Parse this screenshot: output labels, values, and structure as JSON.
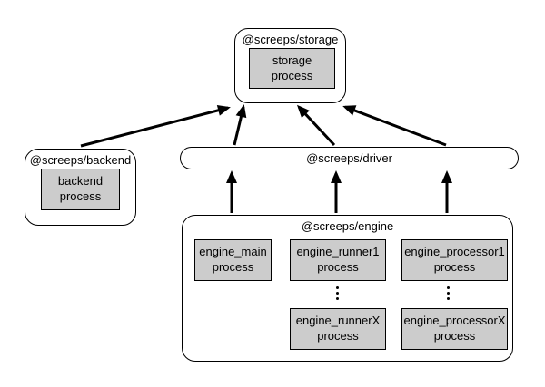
{
  "colors": {
    "background": "#ffffff",
    "node_fill": "#ffffff",
    "process_fill": "#cccccc",
    "stroke": "#000000"
  },
  "nodes": {
    "storage": {
      "title": "@screeps/storage",
      "process": "storage\nprocess"
    },
    "backend": {
      "title": "@screeps/backend",
      "process": "backend\nprocess"
    },
    "driver": {
      "title": "@screeps/driver"
    },
    "engine": {
      "title": "@screeps/engine",
      "main_process": "engine_main\nprocess",
      "runner1_process": "engine_runner1\nprocess",
      "runnerX_process": "engine_runnerX\nprocess",
      "processor1_process": "engine_processor1\nprocess",
      "processorX_process": "engine_processorX\nprocess"
    }
  },
  "edges": [
    {
      "from": "backend",
      "to": "storage"
    },
    {
      "from": "driver",
      "to": "storage"
    },
    {
      "from": "driver",
      "to": "storage"
    },
    {
      "from": "driver",
      "to": "storage"
    },
    {
      "from": "engine",
      "to": "driver"
    },
    {
      "from": "engine",
      "to": "driver"
    },
    {
      "from": "engine",
      "to": "driver"
    }
  ]
}
